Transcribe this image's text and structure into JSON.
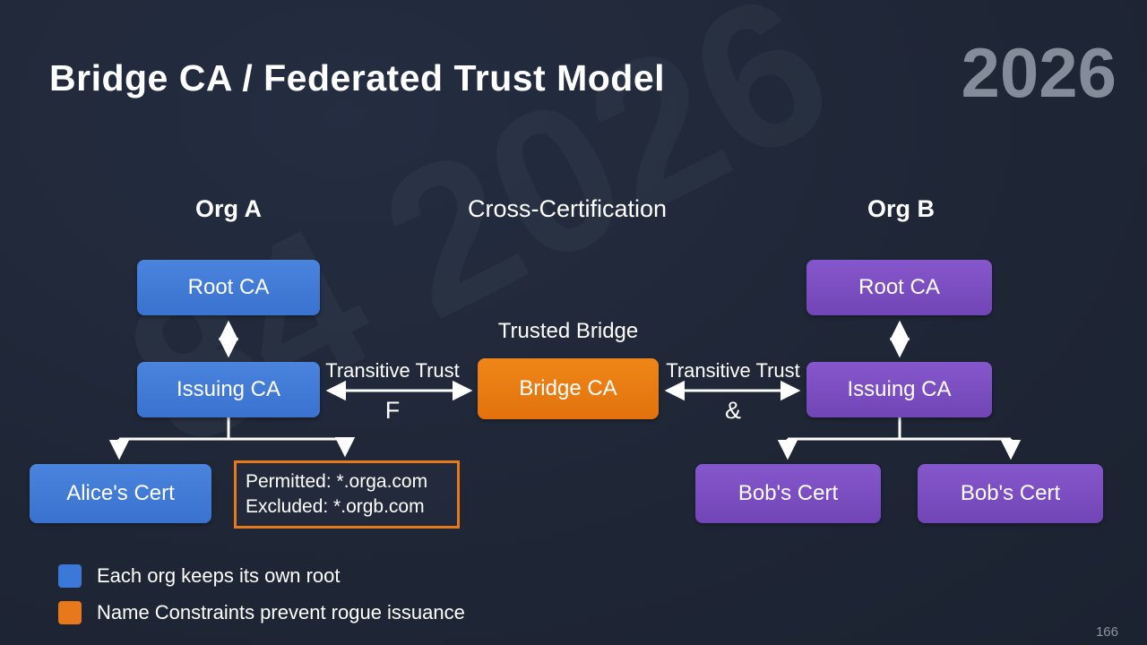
{
  "slide": {
    "title": "Bridge CA / Federated Trust Model",
    "year_badge": "2026",
    "diagonal_watermark": "84 2026",
    "page_number": "166"
  },
  "headers": {
    "org_a": "Org A",
    "center": "Cross-Certification",
    "org_b": "Org B"
  },
  "nodes": {
    "org_a_root": "Root CA",
    "org_a_issuing": "Issuing CA",
    "alice_cert": "Alice's Cert",
    "bridge_label": "Trusted Bridge",
    "bridge": "Bridge CA",
    "org_b_root": "Root CA",
    "org_b_issuing": "Issuing CA",
    "bob_cert_1": "Bob's Cert",
    "bob_cert_2": "Bob's Cert",
    "constraints_line1": "Permitted: *.orga.com",
    "constraints_line2": "Excluded: *.orgb.com"
  },
  "links": {
    "left_label": "Transitive Trust",
    "left_sub": "F",
    "right_label": "Transitive Trust",
    "right_sub": "&"
  },
  "legend": {
    "items": [
      {
        "color": "#3c78d8",
        "label": "Each org keeps its own root"
      },
      {
        "color": "#e8791a",
        "label": "Name Constraints prevent rogue issuance"
      }
    ]
  },
  "colors": {
    "background": "#1f2636",
    "org_a_blue": "#3c78d8",
    "org_b_purple": "#7d4fc4",
    "bridge_orange": "#e8791a",
    "text": "#ffffff",
    "year_gray": "#848c99"
  }
}
